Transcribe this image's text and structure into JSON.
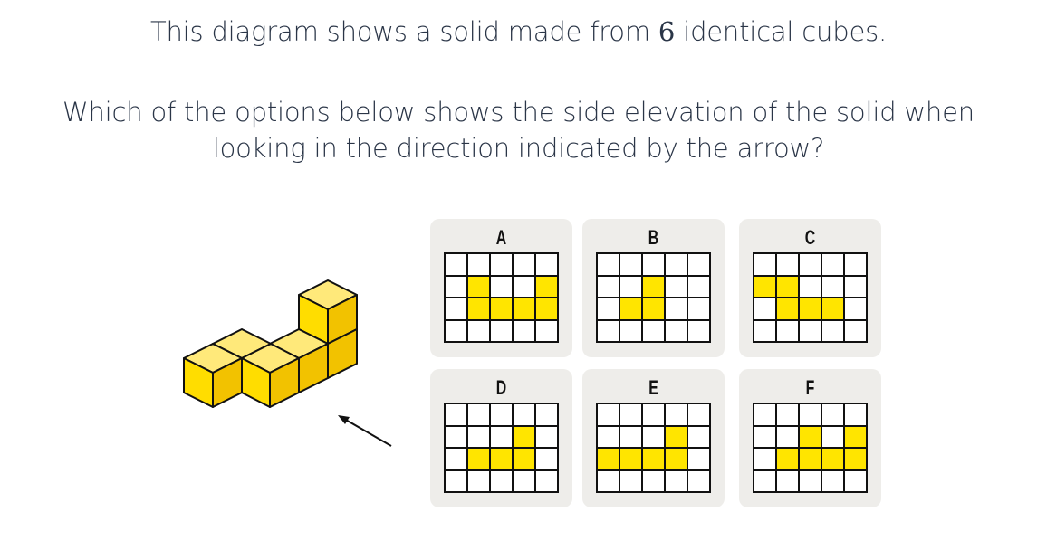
{
  "question": {
    "line1_pre": "This diagram shows a solid made from ",
    "line1_num": "6",
    "line1_post": " identical cubes.",
    "line2": "Which of the options below shows the side elevation of the solid when",
    "line3": "looking in the direction indicated by the arrow?"
  },
  "colors": {
    "fill": "#ffe500",
    "card_bg": "#eeedea",
    "text": "#2a3547"
  },
  "options": [
    {
      "label": "A",
      "grid": [
        [
          0,
          0,
          0,
          0,
          0
        ],
        [
          0,
          1,
          0,
          0,
          1
        ],
        [
          0,
          1,
          1,
          1,
          1
        ],
        [
          0,
          0,
          0,
          0,
          0
        ]
      ]
    },
    {
      "label": "B",
      "grid": [
        [
          0,
          0,
          0,
          0,
          0
        ],
        [
          0,
          0,
          1,
          0,
          0
        ],
        [
          0,
          1,
          1,
          0,
          0
        ],
        [
          0,
          0,
          0,
          0,
          0
        ]
      ]
    },
    {
      "label": "C",
      "grid": [
        [
          0,
          0,
          0,
          0,
          0
        ],
        [
          1,
          1,
          0,
          0,
          0
        ],
        [
          0,
          1,
          1,
          1,
          0
        ],
        [
          0,
          0,
          0,
          0,
          0
        ]
      ]
    },
    {
      "label": "D",
      "grid": [
        [
          0,
          0,
          0,
          0,
          0
        ],
        [
          0,
          0,
          0,
          1,
          0
        ],
        [
          0,
          1,
          1,
          1,
          0
        ],
        [
          0,
          0,
          0,
          0,
          0
        ]
      ]
    },
    {
      "label": "E",
      "grid": [
        [
          0,
          0,
          0,
          0,
          0
        ],
        [
          0,
          0,
          0,
          1,
          0
        ],
        [
          1,
          1,
          1,
          1,
          0
        ],
        [
          0,
          0,
          0,
          0,
          0
        ]
      ]
    },
    {
      "label": "F",
      "grid": [
        [
          0,
          0,
          0,
          0,
          0
        ],
        [
          0,
          0,
          1,
          0,
          1
        ],
        [
          0,
          1,
          1,
          1,
          1
        ],
        [
          0,
          0,
          0,
          0,
          0
        ]
      ]
    }
  ]
}
